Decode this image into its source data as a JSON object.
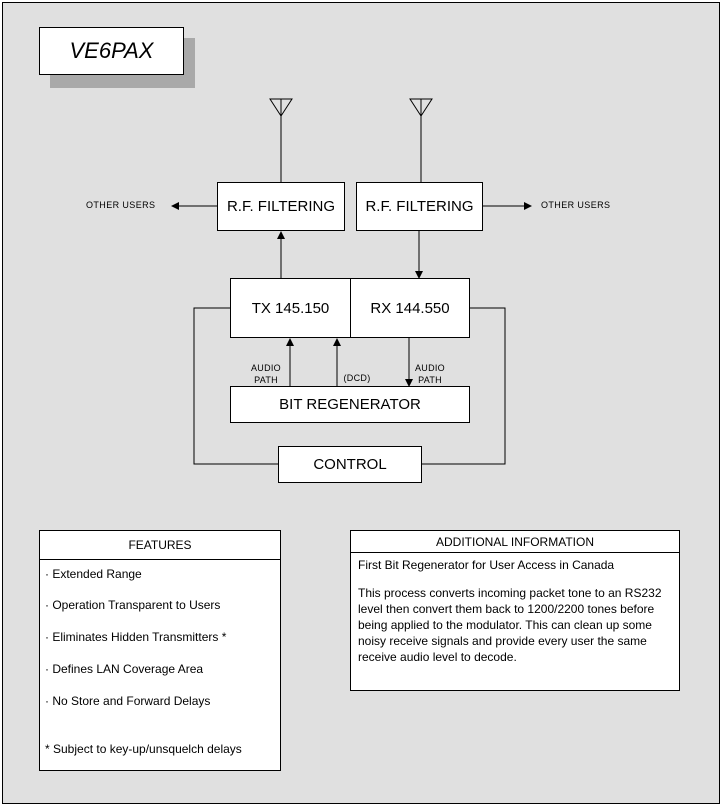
{
  "title": "VE6PAX",
  "diagram": {
    "rf_left": "R.F. FILTERING",
    "rf_right": "R.F. FILTERING",
    "other_users_left": "OTHER USERS",
    "other_users_right": "OTHER USERS",
    "tx": "TX 145.150",
    "rx": "RX 144.550",
    "audio_path_left": "AUDIO\nPATH",
    "dcd": "(DCD)",
    "audio_path_right": "AUDIO\nPATH",
    "bit_regenerator": "BIT REGENERATOR",
    "control": "CONTROL"
  },
  "features": {
    "heading": "FEATURES",
    "items": [
      "· Extended Range",
      "· Operation Transparent to Users",
      "· Eliminates Hidden Transmitters *",
      "· Defines LAN Coverage Area",
      "· No Store and Forward Delays"
    ],
    "footnote": "* Subject to key-up/unsquelch delays"
  },
  "info": {
    "heading": "ADDITIONAL INFORMATION",
    "line1": "First Bit Regenerator for User Access in Canada",
    "paragraph": "This process converts incoming packet tone to an RS232 level then convert them back to 1200/2200 tones before being applied to the modulator. This can clean up some noisy receive signals and provide every user the same receive audio level to decode."
  }
}
